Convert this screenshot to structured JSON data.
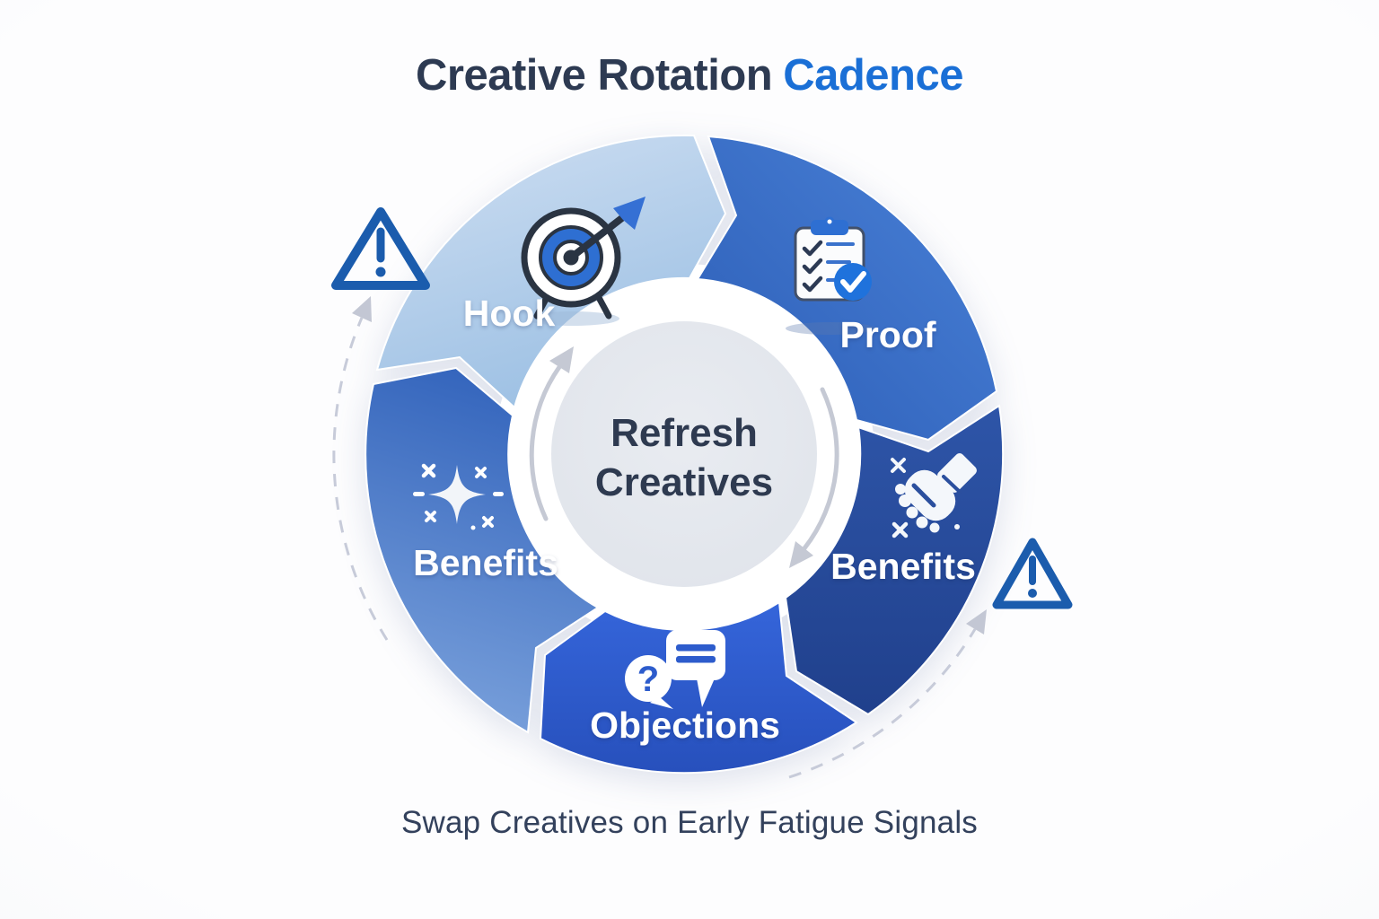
{
  "title": {
    "main": "Creative Rotation",
    "accent": "Cadence"
  },
  "center_label": {
    "line1": "Refresh",
    "line2": "Creatives"
  },
  "caption": "Swap Creatives on Early Fatigue Signals",
  "cycle": {
    "direction": "clockwise",
    "segments": [
      {
        "label": "Hook",
        "icon": "dart-target-icon",
        "color_start": "#cfdff2",
        "color_end": "#9ec1e4"
      },
      {
        "label": "Proof",
        "icon": "clipboard-checklist-icon",
        "color_start": "#4a82d8",
        "color_end": "#2c5db6"
      },
      {
        "label": "Benefits",
        "icon": "hand-giving-icon",
        "color_start": "#2e55a8",
        "color_end": "#20408c"
      },
      {
        "label": "Objections",
        "icon": "speech-bubbles-icon",
        "icon_text": "?",
        "color_start": "#3565da",
        "color_end": "#2750bc"
      },
      {
        "label": "Benefits",
        "icon": "sparkle-icon",
        "color_start": "#3364bc",
        "color_end": "#7ba2dc"
      }
    ]
  },
  "warnings": [
    {
      "icon": "warning-triangle-icon",
      "position": "upper-left"
    },
    {
      "icon": "warning-triangle-icon",
      "position": "right"
    }
  ],
  "colors": {
    "title_dark": "#2d3a52",
    "title_accent": "#1a6fd6",
    "center_text": "#2e3a50",
    "inner_circle": "#e4e7ec",
    "ring_white": "#ffffff",
    "cycle_arrow_gray": "#c5c9d4",
    "dashed_arc_gray": "#c7cbd9",
    "warning_blue": "#1b5cad",
    "icon_blue": "#2e6fd2",
    "icon_dark": "#2a3442"
  }
}
